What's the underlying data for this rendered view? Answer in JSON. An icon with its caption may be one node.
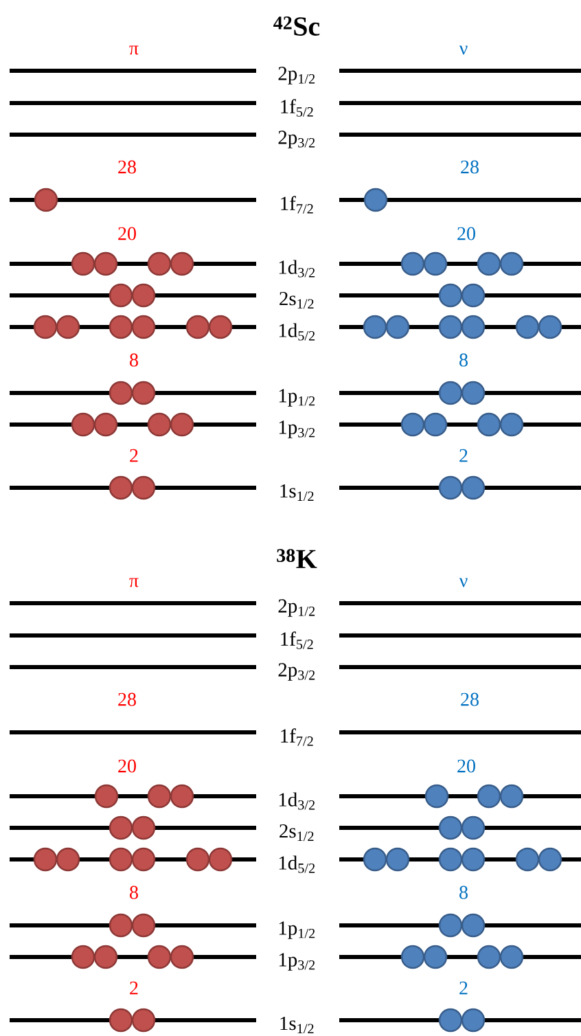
{
  "diagram": {
    "labels": [
      "$^{42}$Sc",
      "π",
      "ν",
      "2p$_{1/2}$",
      "1f$_{5/2}$",
      "2p$_{3/2}$",
      "28",
      "28",
      "1f$_{7/2}$",
      "20",
      "20",
      "1d$_{3/2}$",
      "2s$_{1/2}$",
      "1d$_{5/2}$",
      "8",
      "8",
      "1p$_{1/2}$",
      "1p$_{3/2}$",
      "2",
      "2",
      "1s$_{1/2}$",
      "$^{38}$K",
      "π",
      "ν",
      "2p$_{1/2}$",
      "1f$_{5/2}$",
      "2p$_{3/2}$",
      "28",
      "28",
      "1f$_{7/2}$",
      "20",
      "20",
      "1d$_{3/2}$",
      "2s$_{1/2}$",
      "1d$_{5/2}$",
      "8",
      "8",
      "1p$_{1/2}$",
      "1p$_{3/2}$",
      "2",
      "2",
      "1s$_{1/2}$"
    ]
  }
}
